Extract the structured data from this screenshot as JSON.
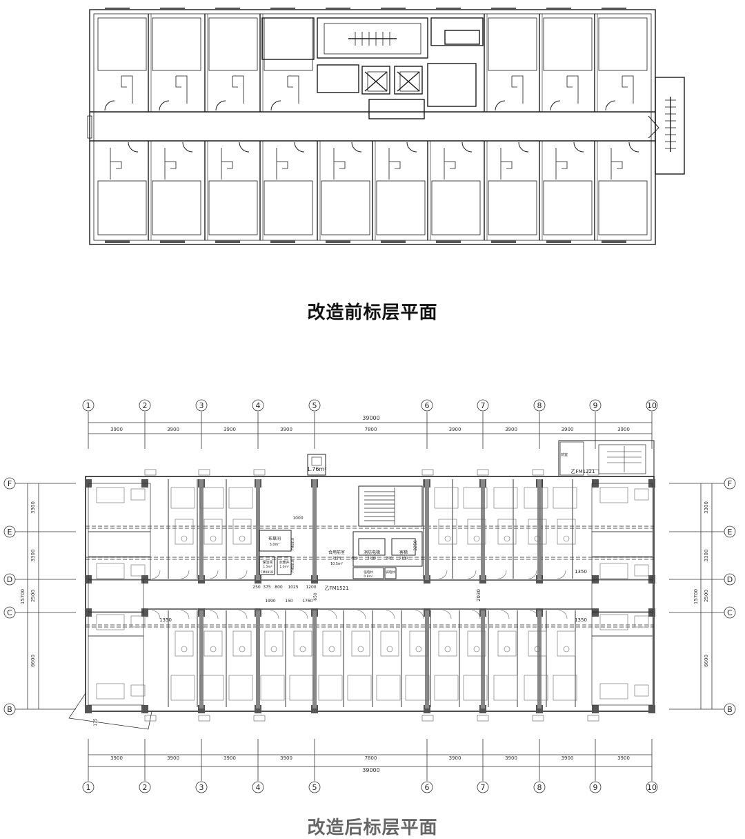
{
  "captions": {
    "before": "改造前标层平面",
    "after": "改造后标层平面"
  },
  "grid": {
    "columns": [
      "1",
      "2",
      "3",
      "4",
      "5",
      "6",
      "7",
      "8",
      "9",
      "10"
    ],
    "rows": [
      "F",
      "E",
      "D",
      "C",
      "B"
    ],
    "bay_dims": [
      "3900",
      "3900",
      "3900",
      "3900",
      "7800",
      "3900",
      "3900",
      "3900",
      "3900"
    ],
    "total_width": "39000",
    "row_dims": [
      "3300",
      "3300",
      "2500",
      "6600"
    ],
    "total_depth": "15700"
  },
  "rooms": {
    "well_area": "1.76m²",
    "linen": "布草间",
    "linen_area": "3.0m²",
    "cleaning": "保洁间",
    "cleaning_area": "1.5m²",
    "water": "水暖井",
    "water_area": "1.0m²",
    "front_room": "合用前室",
    "front_room_area": "10.5m²",
    "fire_lift": "消防电梯",
    "guest_lift": "客梯",
    "shaft1": "强电井",
    "shaft2": "弱电井",
    "shaft_area": "0.8m²",
    "stair_front": "前室",
    "door_fm1": "FM0818",
    "door_fm2": "FM0818",
    "door_fm3": "FM0818",
    "door_zfm": "乙FM1221",
    "door_zfm2": "乙FM1521",
    "dim_1000": "1000",
    "dim_2125": "2125",
    "dim_2100": "2100",
    "dim_2100b": "2100",
    "dim_600": "600",
    "dim_200": "200",
    "dim_2250": "2250",
    "dim_1350a": "1350",
    "dim_1350b": "1350",
    "dim_1350c": "1350",
    "dim_2030": "2030",
    "dim_175": "175",
    "dim_row": [
      "250",
      "375",
      "800",
      "1025",
      "1200"
    ],
    "dim_row2": [
      "1990",
      "150",
      "1760"
    ],
    "dim_650": "650"
  }
}
